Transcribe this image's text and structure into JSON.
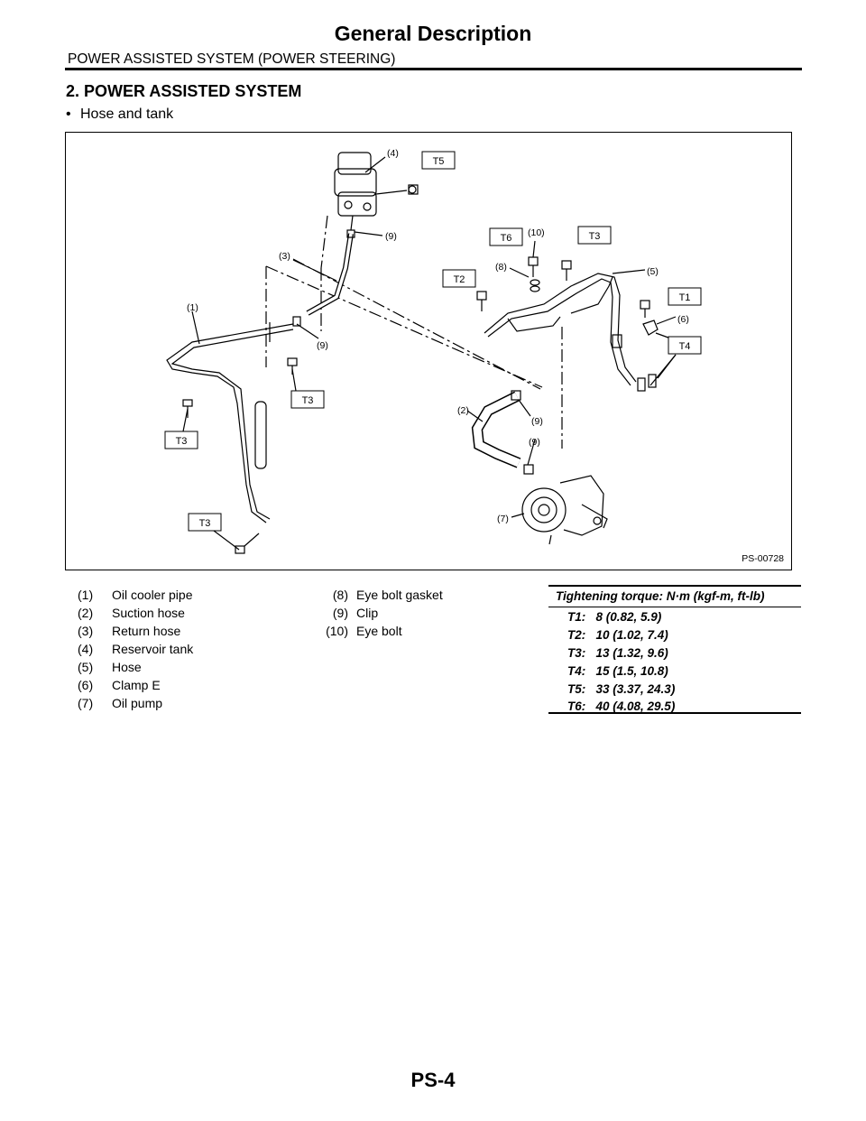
{
  "header": {
    "title": "General Description",
    "subtitle": "POWER ASSISTED SYSTEM (POWER STEERING)"
  },
  "section": {
    "heading": "2.  POWER ASSISTED SYSTEM",
    "bullet": "Hose and tank"
  },
  "figure": {
    "id": "PS-00728",
    "callouts": [
      "(1)",
      "(2)",
      "(3)",
      "(4)",
      "(5)",
      "(6)",
      "(7)",
      "(8)",
      "(9)",
      "(10)"
    ],
    "torque_tags": [
      "T1",
      "T2",
      "T3",
      "T4",
      "T5",
      "T6"
    ]
  },
  "legend": {
    "left": [
      {
        "num": "(1)",
        "label": "Oil cooler pipe"
      },
      {
        "num": "(2)",
        "label": "Suction hose"
      },
      {
        "num": "(3)",
        "label": "Return hose"
      },
      {
        "num": "(4)",
        "label": "Reservoir tank"
      },
      {
        "num": "(5)",
        "label": "Hose"
      },
      {
        "num": "(6)",
        "label": "Clamp E"
      },
      {
        "num": "(7)",
        "label": "Oil pump"
      }
    ],
    "middle": [
      {
        "num": "(8)",
        "label": "Eye bolt gasket"
      },
      {
        "num": "(9)",
        "label": "Clip"
      },
      {
        "num": "(10)",
        "label": "Eye bolt"
      }
    ]
  },
  "torque": {
    "heading": "Tightening torque: N·m (kgf-m, ft-lb)",
    "rows": [
      "T1:   8 (0.82, 5.9)",
      "T2:   10 (1.02, 7.4)",
      "T3:   13 (1.32, 9.6)",
      "T4:   15 (1.5, 10.8)",
      "T5:   33 (3.37, 24.3)",
      "T6:   40 (4.08, 29.5)"
    ]
  },
  "page_number": "PS-4"
}
